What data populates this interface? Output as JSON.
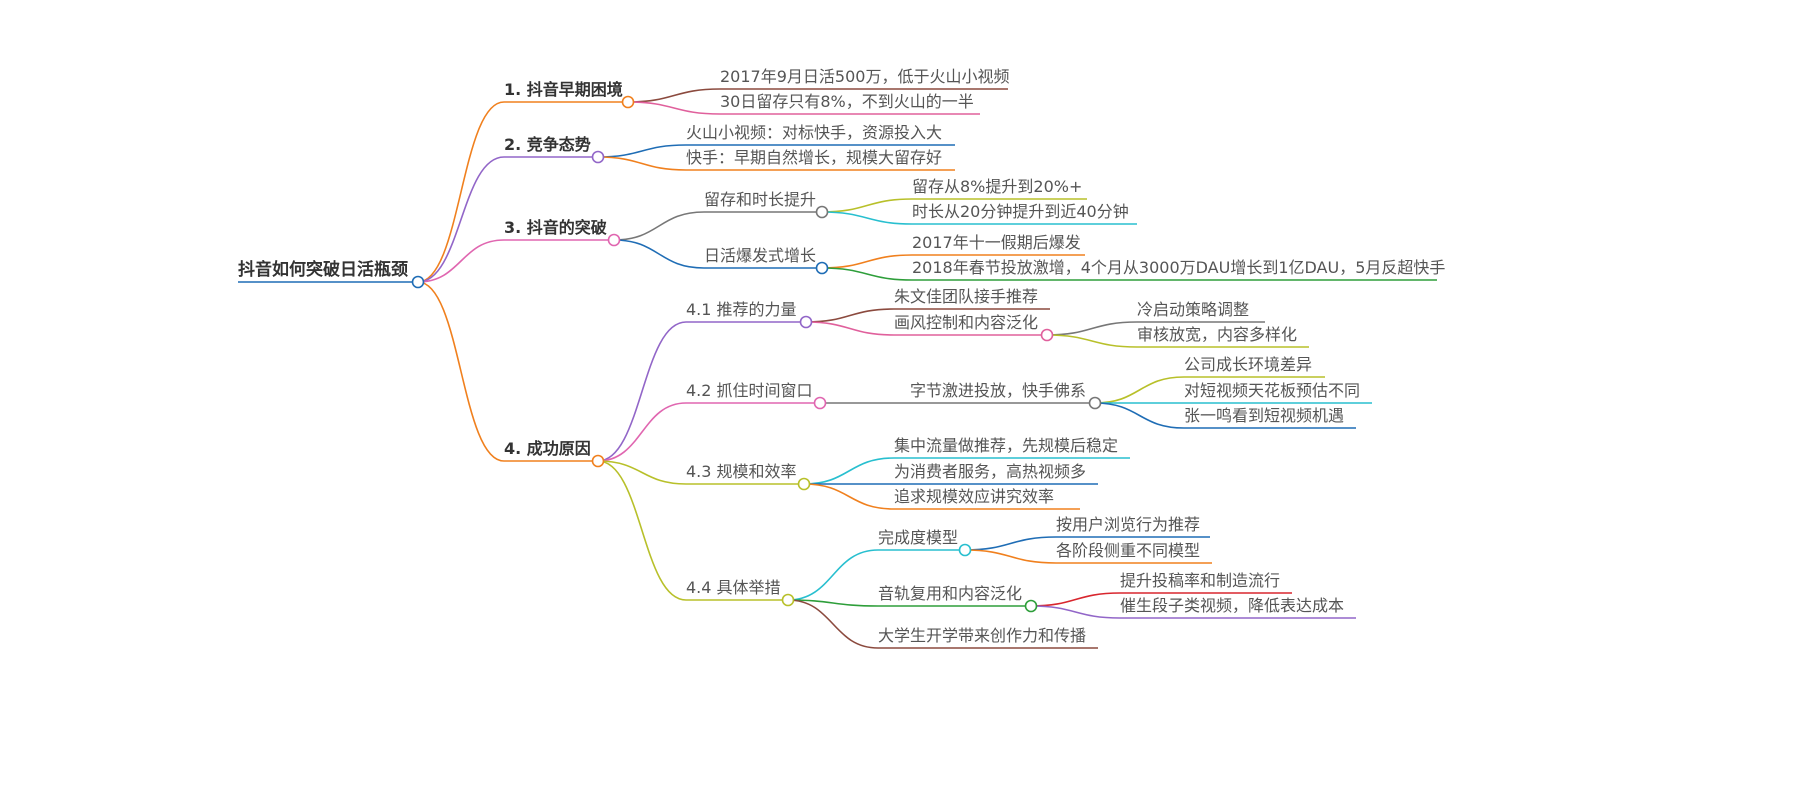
{
  "mindmap": {
    "root": "抖音如何突破日活瓶颈",
    "branches": [
      {
        "label": "1. 抖音早期困境",
        "color": "#F0801E",
        "children": [
          {
            "label": "2017年9月日活500万，低于火山小视频",
            "color": "#8B4A3E"
          },
          {
            "label": "30日留存只有8%，不到火山的一半",
            "color": "#E0609C"
          }
        ]
      },
      {
        "label": "2. 竞争态势",
        "color": "#9266C8",
        "children": [
          {
            "label": "火山小视频：对标快手，资源投入大",
            "color": "#1F6DB5"
          },
          {
            "label": "快手：早期自然增长，规模大留存好",
            "color": "#F0801E"
          }
        ]
      },
      {
        "label": "3. 抖音的突破",
        "color": "#E066B0",
        "children": [
          {
            "label": "留存和时长提升",
            "color": "#777777",
            "children": [
              {
                "label": "留存从8%提升到20%+",
                "color": "#B8C02A"
              },
              {
                "label": "时长从20分钟提升到近40分钟",
                "color": "#28BFCF"
              }
            ]
          },
          {
            "label": "日活爆发式增长",
            "color": "#1F6DB5",
            "children": [
              {
                "label": "2017年十一假期后爆发",
                "color": "#F0801E"
              },
              {
                "label": "2018年春节投放激增，4个月从3000万DAU增长到1亿DAU，5月反超快手",
                "color": "#2E9E3A"
              }
            ]
          }
        ]
      },
      {
        "label": "4. 成功原因",
        "color": "#F0801E",
        "children": [
          {
            "label": "4.1 推荐的力量",
            "color": "#9266C8",
            "children": [
              {
                "label": "朱文佳团队接手推荐",
                "color": "#8B4A3E"
              },
              {
                "label": "画风控制和内容泛化",
                "color": "#E0609C",
                "children": [
                  {
                    "label": "冷启动策略调整",
                    "color": "#777777"
                  },
                  {
                    "label": "审核放宽，内容多样化",
                    "color": "#B8C02A"
                  }
                ]
              }
            ]
          },
          {
            "label": "4.2 抓住时间窗口",
            "color": "#E066B0",
            "children": [
              {
                "label": "字节激进投放，快手佛系",
                "color": "#777777",
                "children": [
                  {
                    "label": "公司成长环境差异",
                    "color": "#B8C02A"
                  },
                  {
                    "label": "对短视频天花板预估不同",
                    "color": "#28BFCF"
                  },
                  {
                    "label": "张一鸣看到短视频机遇",
                    "color": "#1F6DB5"
                  }
                ]
              }
            ]
          },
          {
            "label": "4.3 规模和效率",
            "color": "#B8C02A",
            "children": [
              {
                "label": "集中流量做推荐，先规模后稳定",
                "color": "#28BFCF"
              },
              {
                "label": "为消费者服务，高热视频多",
                "color": "#1F6DB5"
              },
              {
                "label": "追求规模效应讲究效率",
                "color": "#F0801E"
              }
            ]
          },
          {
            "label": "4.4 具体举措",
            "color": "#B8C02A",
            "children": [
              {
                "label": "完成度模型",
                "color": "#28BFCF",
                "children": [
                  {
                    "label": "按用户浏览行为推荐",
                    "color": "#1F6DB5"
                  },
                  {
                    "label": "各阶段侧重不同模型",
                    "color": "#F0801E"
                  }
                ]
              },
              {
                "label": "音轨复用和内容泛化",
                "color": "#2E9E3A",
                "children": [
                  {
                    "label": "提升投稿率和制造流行",
                    "color": "#D8262E"
                  },
                  {
                    "label": "催生段子类视频，降低表达成本",
                    "color": "#9266C8"
                  }
                ]
              },
              {
                "label": "大学生开学带来创作力和传播",
                "color": "#8B4A3E"
              }
            ]
          }
        ]
      }
    ]
  }
}
